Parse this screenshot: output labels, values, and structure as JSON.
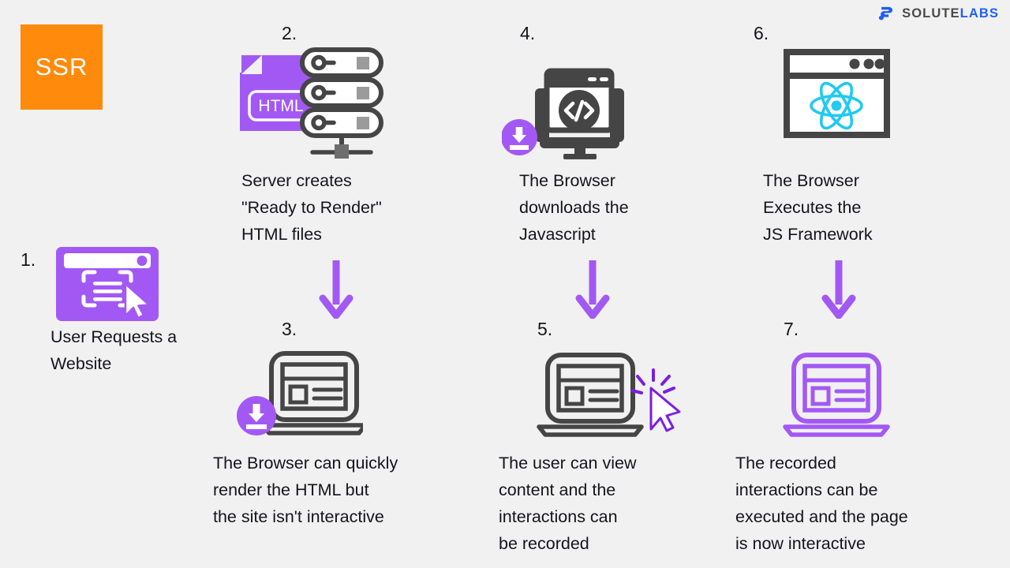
{
  "brand": {
    "name_part1": "SOLUTE",
    "name_part2": "LABS",
    "mark_icon": "solutelabs-s-mark-icon",
    "color_dark": "#4a4a4a",
    "color_blue": "#1f5ef7"
  },
  "badge": {
    "label": "SSR",
    "background": "#ff8a0b",
    "text_color": "#ffffff"
  },
  "theme": {
    "background": "#f1f1f1",
    "purple": "#a259f4",
    "purple_dark": "#7b1fe0",
    "dark_gray": "#454545",
    "react_cyan": "#22c9f0",
    "text": "#15141a"
  },
  "steps": [
    {
      "number": "1.",
      "caption": "User Requests a\nWebsite",
      "icon": "browser-window-cursor-icon"
    },
    {
      "number": "2.",
      "caption": "Server creates\n\"Ready to Render\"\nHTML files",
      "icon": "server-rack-icon",
      "secondary_icon": "html-file-icon",
      "file_label": "HTML"
    },
    {
      "number": "3.",
      "caption": "The Browser can quickly\nrender the HTML but\nthe site isn't interactive",
      "icon": "laptop-icon",
      "secondary_icon": "download-badge-icon"
    },
    {
      "number": "4.",
      "caption": "The Browser\ndownloads the\nJavascript",
      "icon": "monitor-code-icon",
      "secondary_icon": "download-badge-icon"
    },
    {
      "number": "5.",
      "caption": "The user can view\ncontent and the\ninteractions can\nbe recorded",
      "icon": "laptop-icon",
      "secondary_icon": "click-cursor-icon"
    },
    {
      "number": "6.",
      "caption": "The Browser\nExecutes the\nJS Framework",
      "icon": "browser-react-icon"
    },
    {
      "number": "7.",
      "caption": "The recorded\ninteractions can be\nexecuted and the page\nis now interactive",
      "icon": "laptop-active-icon"
    }
  ],
  "arrows": [
    {
      "name": "arrow-step2-to-step3",
      "direction": "down"
    },
    {
      "name": "arrow-step4-to-step5",
      "direction": "down"
    },
    {
      "name": "arrow-step6-to-step7",
      "direction": "down"
    }
  ]
}
